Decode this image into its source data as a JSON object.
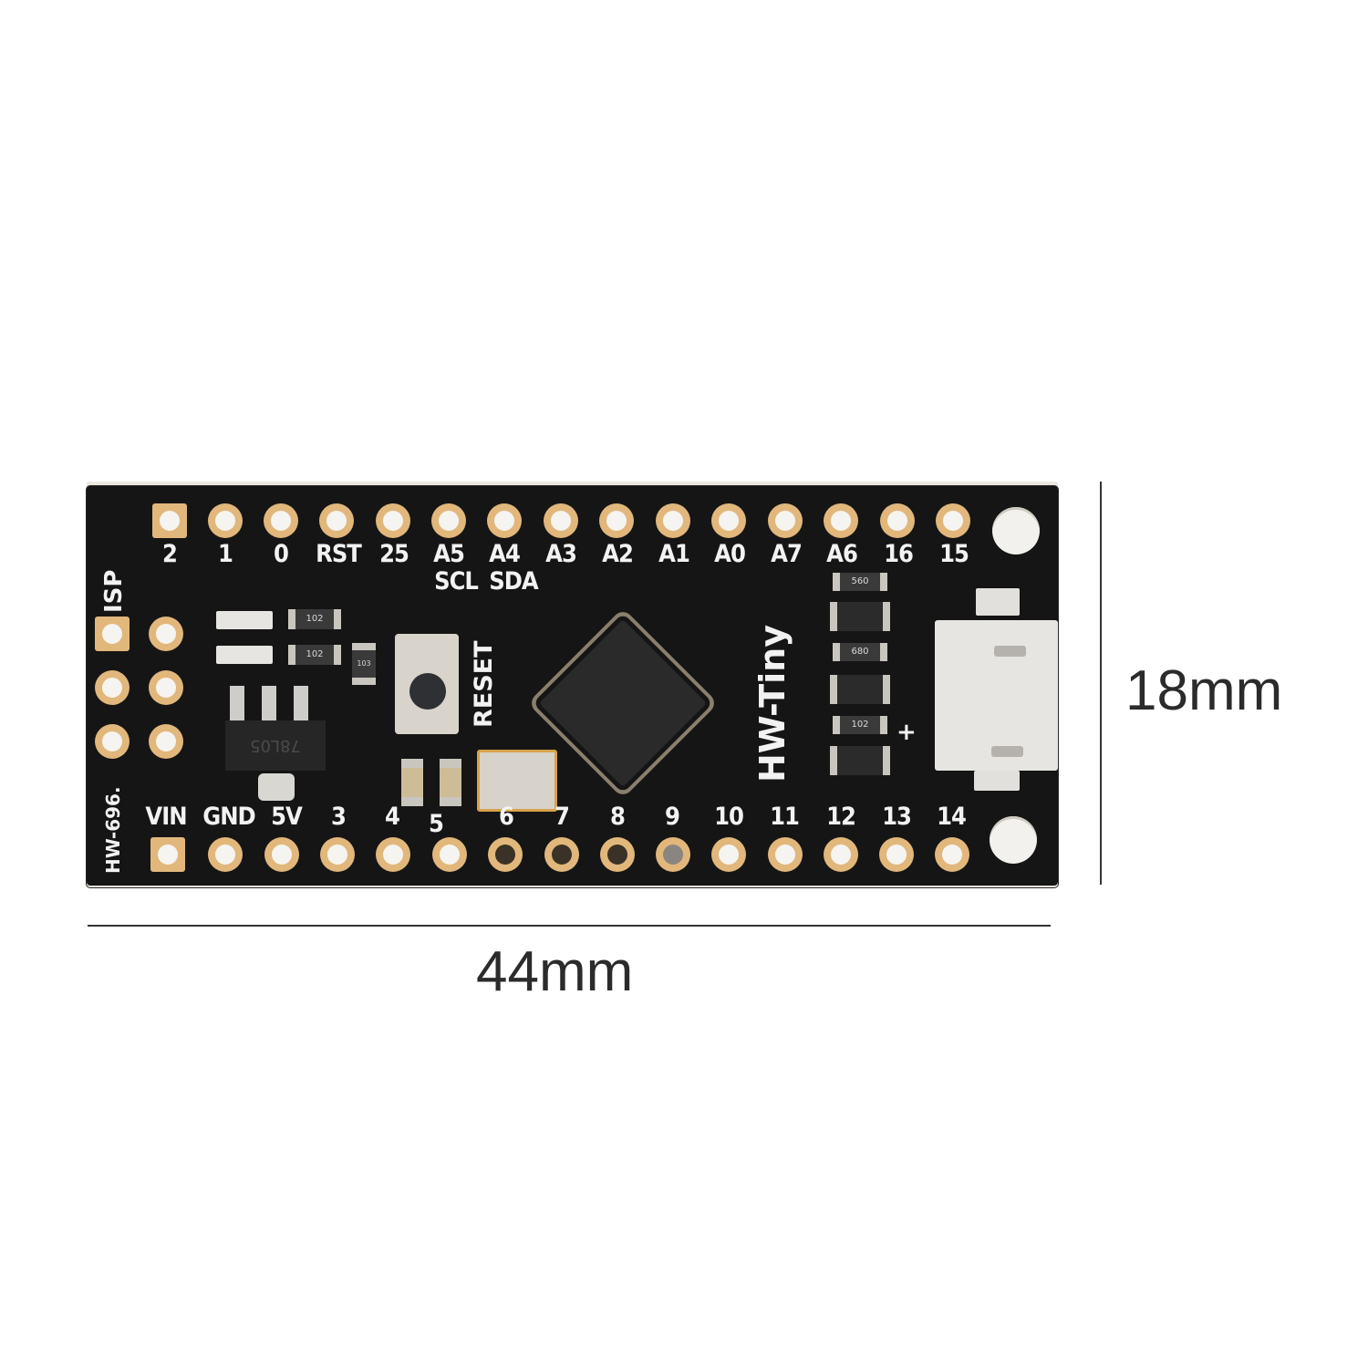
{
  "board": {
    "model": "HW-Tiny",
    "part_number": "HW-696.",
    "isp_label": "ISP",
    "reset_label": "RESET",
    "regulator_mark": "78L05",
    "usb_polarity_mark": "+",
    "pcb_color": "#151515",
    "pad_color": "#e2b77c",
    "top_pins": [
      "2",
      "1",
      "0",
      "RST",
      "25",
      "A5",
      "A4",
      "A3",
      "A2",
      "A1",
      "A0",
      "A7",
      "A6",
      "16",
      "15"
    ],
    "top_sub_labels": [
      "SCL",
      "SDA"
    ],
    "bottom_pins": [
      "VIN",
      "GND",
      "5V",
      "3",
      "4",
      "5",
      "6",
      "7",
      "8",
      "9",
      "10",
      "11",
      "12",
      "13",
      "14"
    ],
    "resistor_marks": [
      "102",
      "102",
      "103",
      "560",
      "680",
      "102"
    ]
  },
  "dimensions": {
    "width": "44mm",
    "height": "18mm"
  }
}
